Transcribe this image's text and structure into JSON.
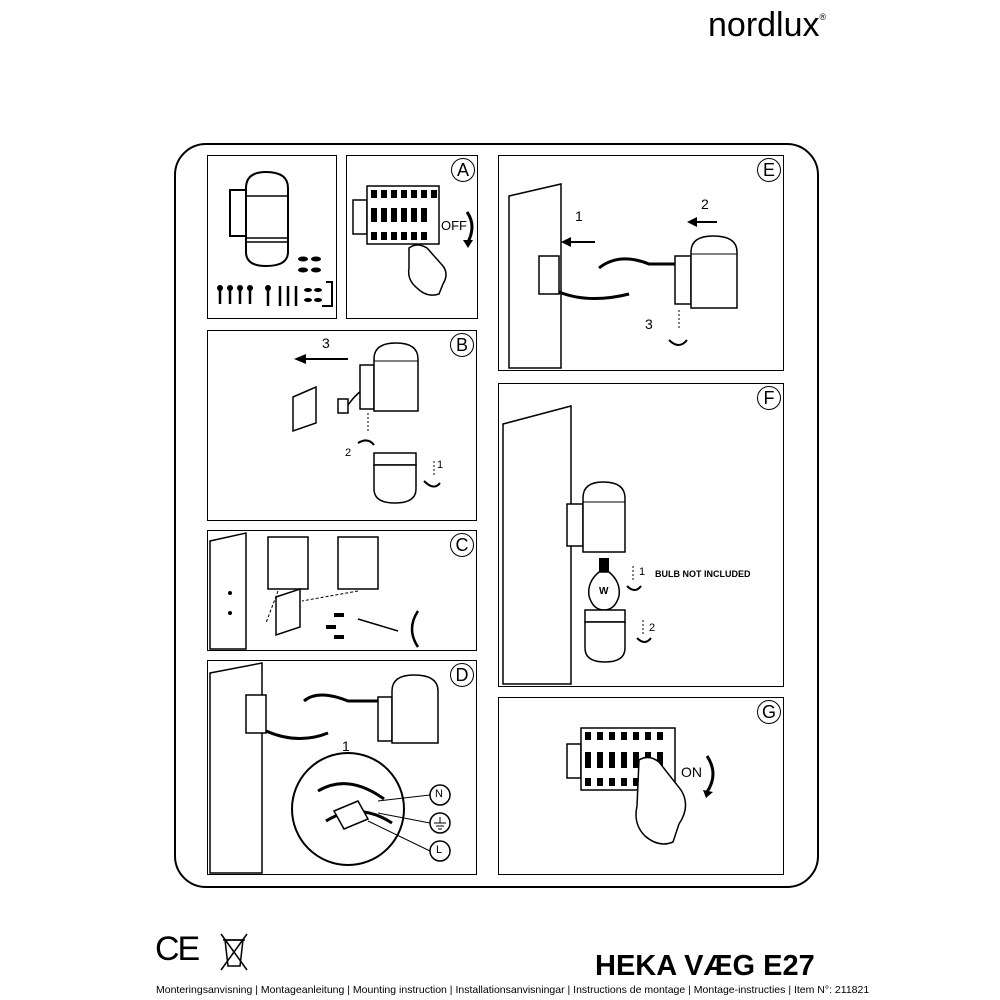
{
  "brand": {
    "name": "nordlux",
    "mark": "®"
  },
  "panels": {
    "a": {
      "label": "A",
      "off_text": "OFF"
    },
    "b": {
      "label": "B",
      "step3": "3",
      "step2": "2",
      "step1": "1"
    },
    "c": {
      "label": "C"
    },
    "d": {
      "label": "D",
      "step1": "1",
      "n": "N",
      "l": "L"
    },
    "e": {
      "label": "E",
      "step1": "1",
      "step2": "2",
      "step3": "3"
    },
    "f": {
      "label": "F",
      "bulb_note": "BULB NOT INCLUDED",
      "step1": "1",
      "step2": "2",
      "w": "W"
    },
    "g": {
      "label": "G",
      "on_text": "ON"
    }
  },
  "footer": {
    "product": "HEKA VÆG E27",
    "languages": "Monteringsanvisning | Montageanleitung | Mounting instruction | Installationsanvisningar | Instructions de montage | Montage-instructies",
    "item": "| Item N°: 211821",
    "ce": "CE"
  }
}
